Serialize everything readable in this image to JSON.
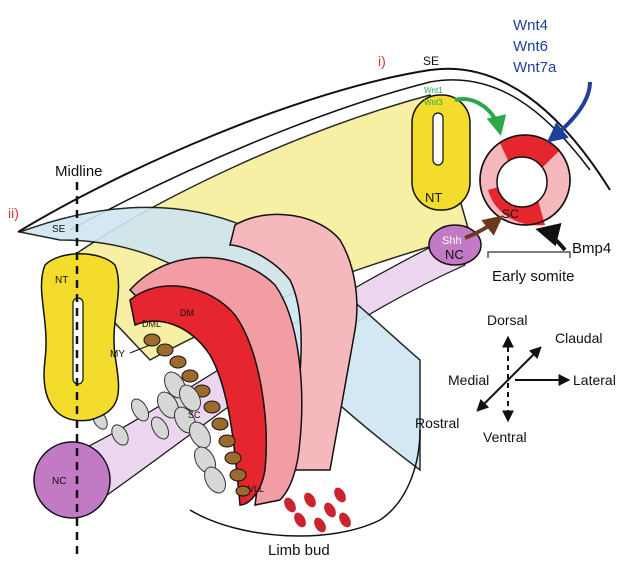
{
  "panels": {
    "i": "i)",
    "ii": "ii)"
  },
  "labels": {
    "midline": "Midline",
    "se_top": "SE",
    "se_left": "SE",
    "nt_left": "NT",
    "nt_right": "NT",
    "nc_left": "NC",
    "nc_right": "NC",
    "shh": "Shh",
    "sc_somite": "SC",
    "sc_left": "SC",
    "dm": "DM",
    "dml": "DML",
    "my": "MY",
    "vll": "VLL",
    "wnt1": "Wnt1",
    "wnt3": "Wnt3",
    "wnt4": "Wnt4",
    "wnt6": "Wnt6",
    "wnt7a": "Wnt7a",
    "bmp4": "Bmp4",
    "early_somite": "Early somite",
    "limb_bud": "Limb bud"
  },
  "axes": {
    "dorsal": "Dorsal",
    "ventral": "Ventral",
    "medial": "Medial",
    "lateral": "Lateral",
    "rostral": "Rostral",
    "claudal": "Claudal"
  },
  "colors": {
    "neural_tube": "#f3dc2b",
    "notochord": "#c27ac4",
    "dermomyotome": "#e5262e",
    "somite_pink": "#f4b8bd",
    "ectoderm_blue": "#cfe6f2",
    "myotome_brown": "#9c6a2c",
    "wnt_blue": "#1f3f9c",
    "wnt_green": "#2aa84a",
    "shh_brown": "#6b3a1a"
  }
}
